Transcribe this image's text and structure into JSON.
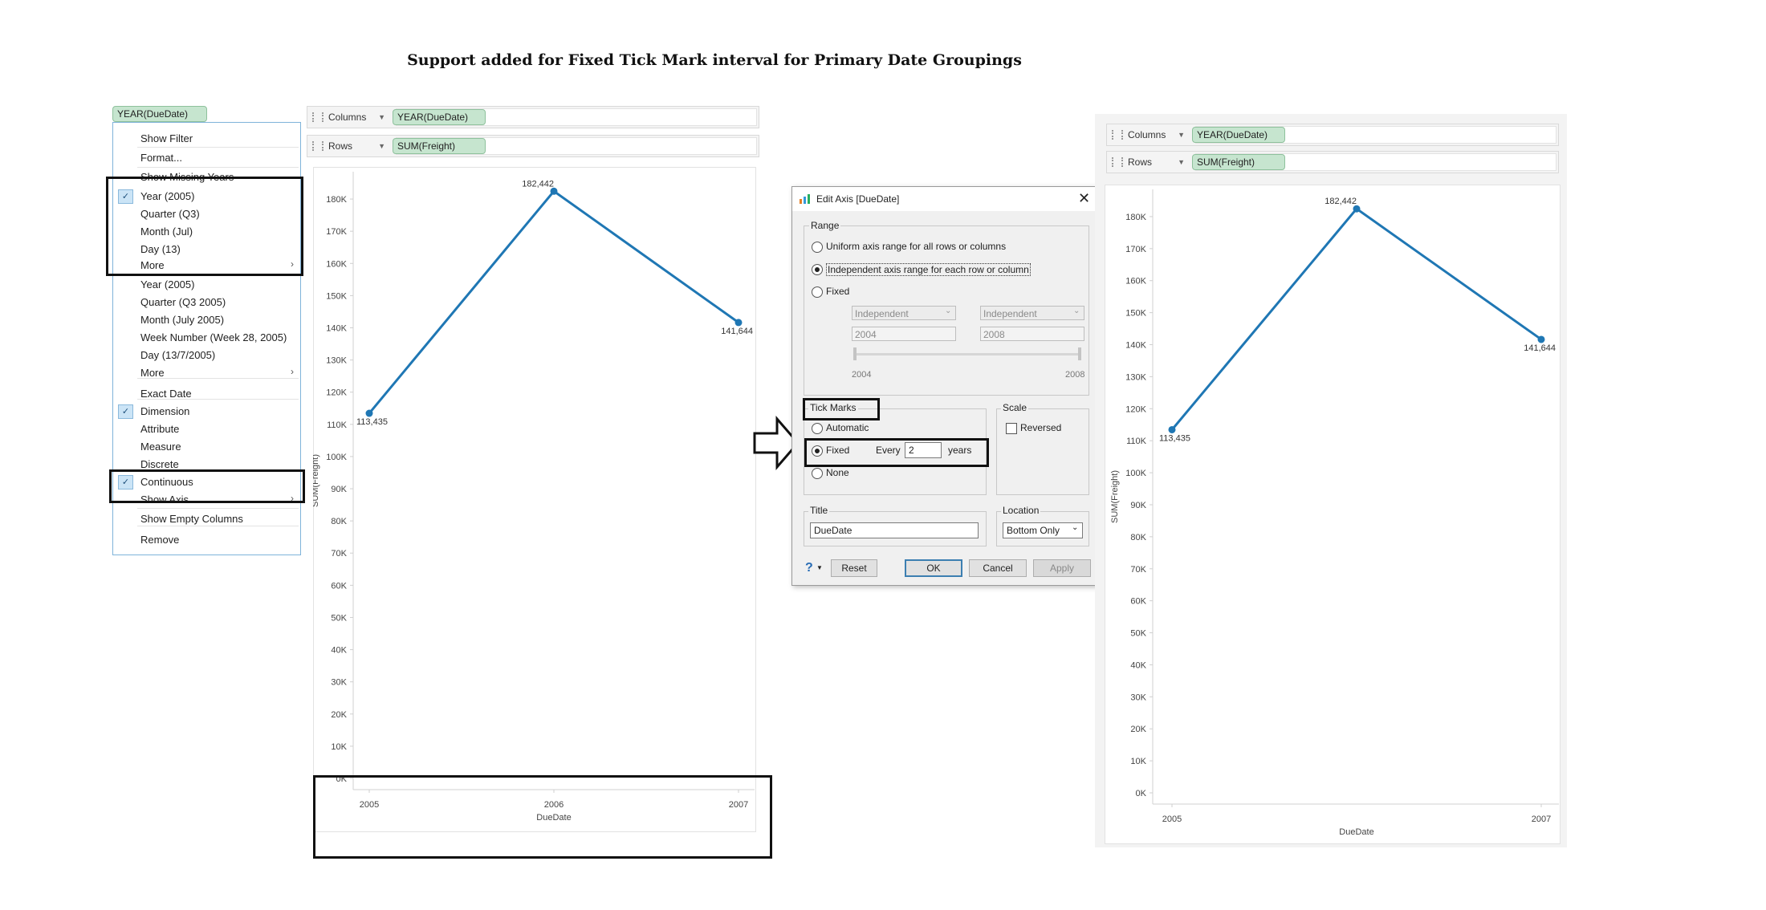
{
  "page_title": "Support added for Fixed Tick Mark interval for Primary Date Groupings",
  "accent_color": "#1f77b4",
  "pill_color": "#c6e5cf",
  "left_view": {
    "context_pill": "YEAR(DueDate)",
    "columns_label": "Columns",
    "columns_pill": "YEAR(DueDate)",
    "rows_label": "Rows",
    "rows_pill": "SUM(Freight)"
  },
  "right_view": {
    "columns_label": "Columns",
    "columns_pill": "YEAR(DueDate)",
    "rows_label": "Rows",
    "rows_pill": "SUM(Freight)"
  },
  "context_menu": [
    {
      "label": "Show Filter"
    },
    {
      "label": "Format..."
    },
    {
      "label": "Show Missing Years"
    },
    {
      "label": "Year (2005)",
      "checked": true
    },
    {
      "label": "Quarter (Q3)"
    },
    {
      "label": "Month (Jul)"
    },
    {
      "label": "Day (13)"
    },
    {
      "label": "More",
      "submenu": true
    },
    {
      "label": "Year (2005)"
    },
    {
      "label": "Quarter (Q3 2005)"
    },
    {
      "label": "Month (July 2005)"
    },
    {
      "label": "Week Number (Week 28, 2005)"
    },
    {
      "label": "Day (13/7/2005)"
    },
    {
      "label": "More",
      "submenu": true
    },
    {
      "label": "Exact Date"
    },
    {
      "label": "Dimension",
      "checked": true
    },
    {
      "label": "Attribute"
    },
    {
      "label": "Measure"
    },
    {
      "label": "Discrete"
    },
    {
      "label": "Continuous",
      "checked": true
    },
    {
      "label": "Show Axis",
      "submenu": true
    },
    {
      "label": "Show Empty Columns"
    },
    {
      "label": "Remove"
    }
  ],
  "dialog": {
    "title": "Edit Axis [DueDate]",
    "range_group": "Range",
    "range_options": [
      "Uniform axis range for all rows or columns",
      "Independent axis range for each row or column",
      "Fixed"
    ],
    "range_selected": 1,
    "fixed_start_mode": "Independent",
    "fixed_end_mode": "Independent",
    "fixed_start": "2004",
    "fixed_end": "2008",
    "slider_min": "2004",
    "slider_max": "2008",
    "tick_group": "Tick Marks",
    "tick_automatic": "Automatic",
    "tick_fixed": "Fixed",
    "tick_every_label": "Every",
    "tick_every_value": "2",
    "tick_unit": "years",
    "tick_none": "None",
    "tick_selected": 1,
    "scale_group": "Scale",
    "scale_reversed": "Reversed",
    "title_group": "Title",
    "title_value": "DueDate",
    "location_group": "Location",
    "location_value": "Bottom Only",
    "help_icon": "?",
    "reset": "Reset",
    "ok": "OK",
    "cancel": "Cancel",
    "apply": "Apply"
  },
  "chart_data": [
    {
      "type": "line",
      "x": [
        2005,
        2006,
        2007
      ],
      "y": [
        113435,
        182442,
        141644
      ],
      "point_labels": [
        "113,435",
        "182,442",
        "141,644"
      ],
      "xticks": [
        "2005",
        "2006",
        "2007"
      ],
      "yticks": [
        "0K",
        "10K",
        "20K",
        "30K",
        "40K",
        "50K",
        "60K",
        "70K",
        "80K",
        "90K",
        "100K",
        "110K",
        "120K",
        "130K",
        "140K",
        "150K",
        "160K",
        "170K",
        "180K"
      ],
      "xlabel": "DueDate",
      "ylabel": "SUM(Freight)",
      "xlim": [
        2005,
        2007
      ],
      "ylim": [
        0,
        185000
      ],
      "grid": false
    },
    {
      "type": "line",
      "x": [
        2005,
        2006,
        2007
      ],
      "y": [
        113435,
        182442,
        141644
      ],
      "point_labels": [
        "113,435",
        "182,442",
        "141,644"
      ],
      "xticks": [
        "2005",
        "2007"
      ],
      "yticks": [
        "0K",
        "10K",
        "20K",
        "30K",
        "40K",
        "50K",
        "60K",
        "70K",
        "80K",
        "90K",
        "100K",
        "110K",
        "120K",
        "130K",
        "140K",
        "150K",
        "160K",
        "170K",
        "180K"
      ],
      "xlabel": "DueDate",
      "ylabel": "SUM(Freight)",
      "xlim": [
        2005,
        2007
      ],
      "ylim": [
        0,
        185000
      ],
      "grid": false
    }
  ]
}
